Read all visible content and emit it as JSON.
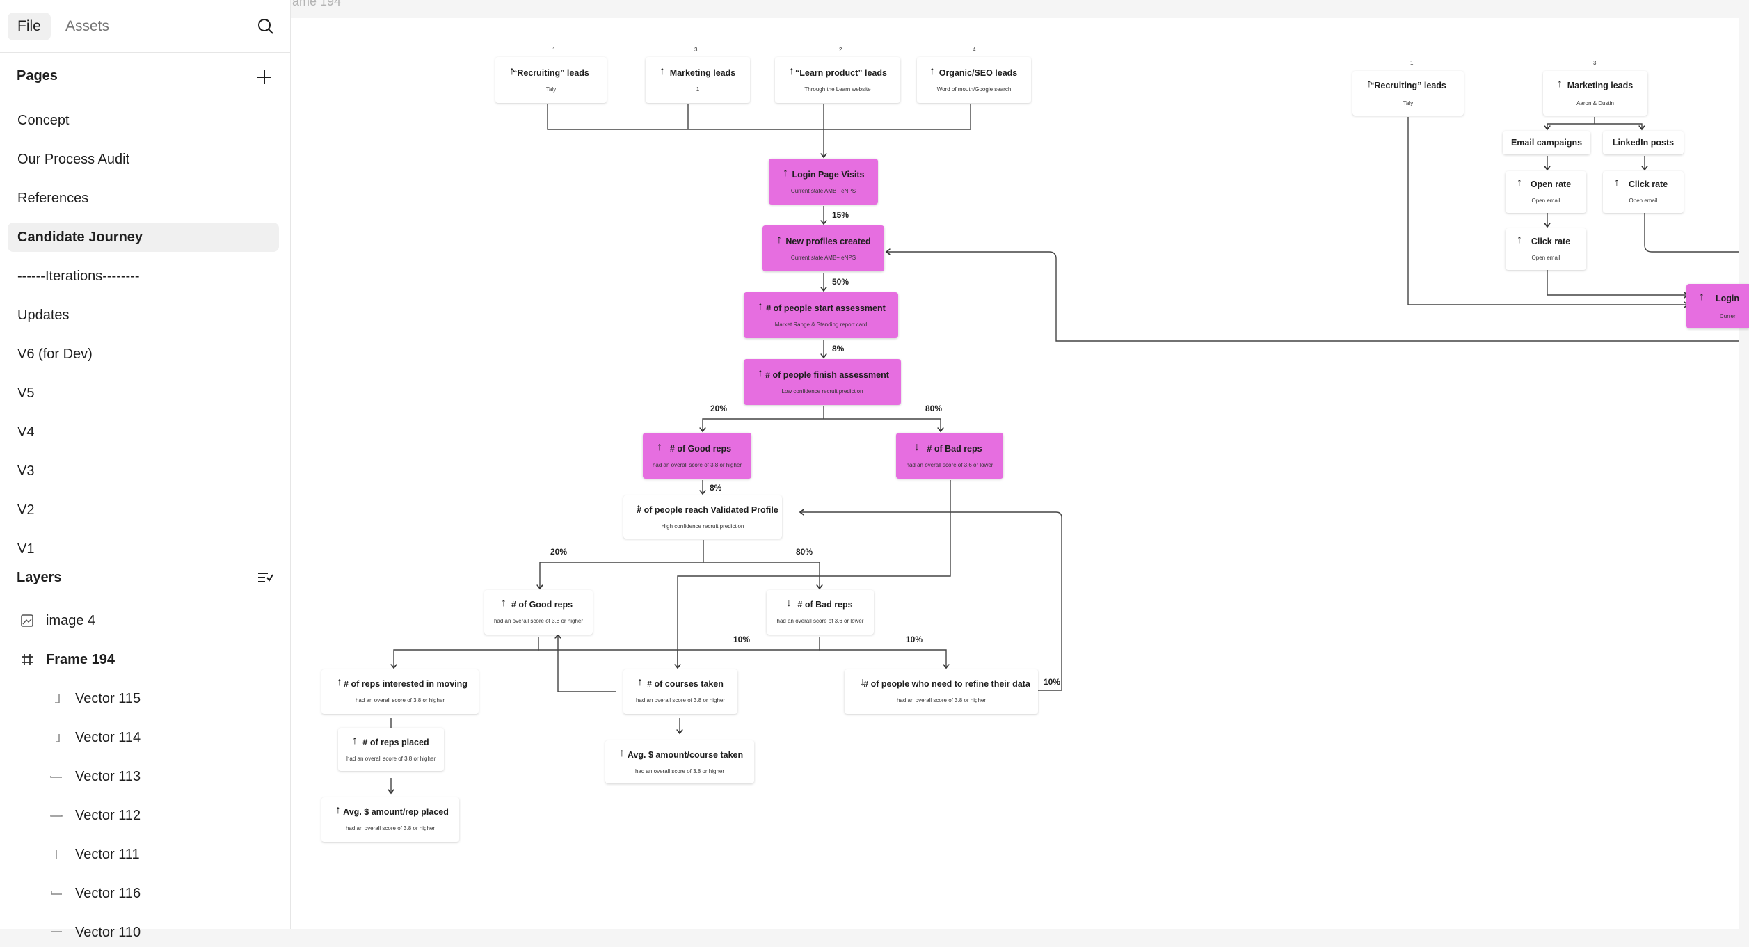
{
  "tabs": {
    "file": "File",
    "assets": "Assets"
  },
  "pages": {
    "title": "Pages",
    "items": [
      "Concept",
      "Our Process Audit",
      "References",
      "Candidate Journey",
      "------Iterations--------",
      "Updates",
      "V6 (for Dev)",
      "V5",
      "V4",
      "V3",
      "V2",
      "V1"
    ],
    "selected": "Candidate Journey"
  },
  "layers": {
    "title": "Layers",
    "items": [
      "image 4",
      "Frame 194",
      "Vector 115",
      "Vector 114",
      "Vector 113",
      "Vector 112",
      "Vector 111",
      "Vector 116",
      "Vector 110"
    ]
  },
  "canvas": {
    "frame_label": "ame 194",
    "left_nums": [
      "1",
      "3",
      "2",
      "4"
    ],
    "right_nums": [
      "1",
      "3"
    ],
    "nodes": {
      "recruiting": {
        "title": "“Recruiting” leads",
        "sub": "Taly"
      },
      "marketing": {
        "title": "Marketing leads",
        "sub": "1"
      },
      "learn": {
        "title": "“Learn product” leads",
        "sub": "Through the Learn website"
      },
      "organic": {
        "title": "Organic/SEO leads",
        "sub": "Word of mouth/Google search"
      },
      "login": {
        "title": "Login Page Visits",
        "sub": "Current state AMB+ eNPS"
      },
      "newprofiles": {
        "title": "New profiles created",
        "sub": "Current state AMB+ eNPS"
      },
      "startassess": {
        "title": "# of people start assessment",
        "sub": "Market Range & Standing report card"
      },
      "finishassess": {
        "title": "# of people finish assessment",
        "sub": "Low confidence recruit prediction"
      },
      "goodreps1": {
        "title": "# of Good reps",
        "sub": "had an overall score of 3.8 or higher"
      },
      "badreps1": {
        "title": "# of Bad reps",
        "sub": "had an overall score of 3.6 or lower"
      },
      "validated": {
        "title": "# of people reach Validated Profile",
        "sub": "High confidence recruit prediction"
      },
      "goodreps2": {
        "title": "# of Good reps",
        "sub": "had an overall score of 3.8 or higher"
      },
      "badreps2": {
        "title": "# of Bad reps",
        "sub": "had an overall score of 3.6 or lower"
      },
      "interested": {
        "title": "# of reps interested in moving",
        "sub": "had an overall score of 3.8 or higher"
      },
      "courses": {
        "title": "# of courses taken",
        "sub": "had an overall score of 3.8 or higher"
      },
      "refine": {
        "title": "# of people who need to refine their data",
        "sub": "had an overall score of 3.8 or higher"
      },
      "placed": {
        "title": "# of reps placed",
        "sub": "had an overall score of 3.8 or higher"
      },
      "avgcourse": {
        "title": "Avg. $ amount/course taken",
        "sub": "had an overall score of 3.8 or higher"
      },
      "avgrep": {
        "title": "Avg. $ amount/rep placed",
        "sub": "had an overall score of 3.8 or higher"
      },
      "r_recruiting": {
        "title": "“Recruiting” leads",
        "sub": "Taly"
      },
      "r_marketing": {
        "title": "Marketing leads",
        "sub": "Aaron & Dustin"
      },
      "r_email": {
        "title": "Email campaigns"
      },
      "r_linkedin": {
        "title": "LinkedIn posts"
      },
      "r_open": {
        "title": "Open rate",
        "sub": "Open email"
      },
      "r_click1": {
        "title": "Click rate",
        "sub": "Open email"
      },
      "r_click2": {
        "title": "Click rate",
        "sub": "Open email"
      },
      "r_login": {
        "title": "Login",
        "sub": "Curren"
      }
    },
    "percentages": {
      "p15": "15%",
      "p50": "50%",
      "p8a": "8%",
      "p20a": "20%",
      "p80a": "80%",
      "p8b": "8%",
      "p20b": "20%",
      "p80b": "80%",
      "p10a": "10%",
      "p10b": "10%",
      "p10c": "10%"
    }
  },
  "colors": {
    "accent_node": "#e66ee0",
    "canvas_bg": "#f5f5f5",
    "frame_bg": "#ffffff"
  }
}
